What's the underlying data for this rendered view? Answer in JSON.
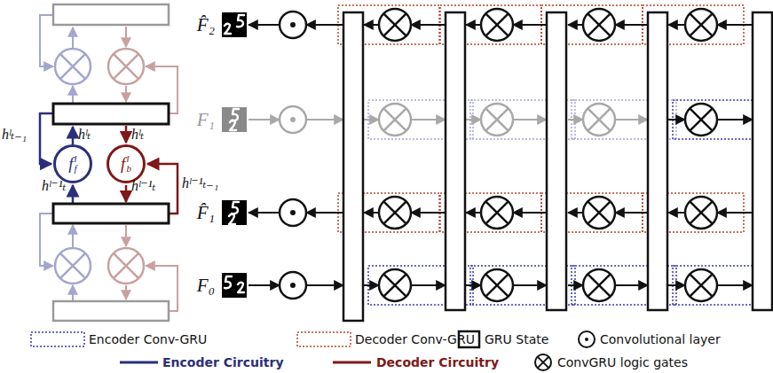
{
  "diagram": {
    "nodes": [
      {
        "text": [
          "f",
          "l",
          "f"
        ]
      },
      {
        "text": [
          "f",
          "l",
          "b"
        ]
      },
      {
        "text": [
          "F̂₂"
        ]
      },
      {
        "text": [
          "F₁"
        ]
      },
      {
        "text": [
          "F̂₁"
        ]
      },
      {
        "text": [
          "F₀"
        ]
      }
    ],
    "labels": [
      "hˡₜ₋₁",
      "hˡₜ",
      "hˡₜ",
      "hˡ⁻¹ₜ",
      "hˡ⁻¹ₜ",
      "hˡ⁻¹ₜ₋₁"
    ],
    "legend": [
      {
        "text": "Encoder Conv-GRU"
      },
      {
        "text": "Decoder Conv-GRU"
      },
      {
        "text": "GRU State"
      },
      {
        "text": "Convolutional layer"
      },
      {
        "text": "Encoder Circuitry"
      },
      {
        "text": "Decoder Circuitry"
      },
      {
        "text": "ConvGRU logic gates"
      }
    ]
  }
}
